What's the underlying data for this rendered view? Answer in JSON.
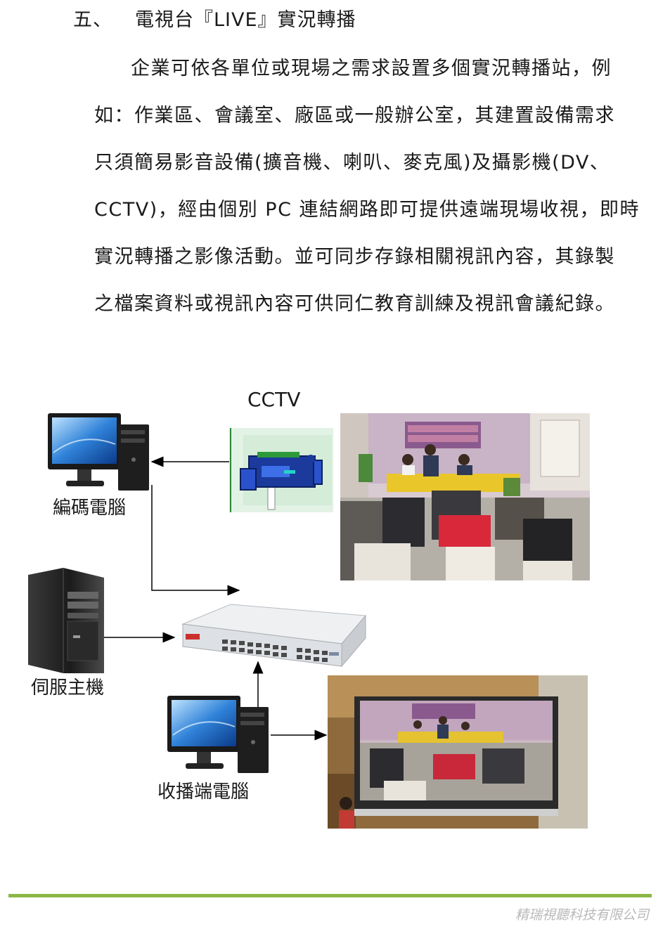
{
  "section": {
    "number": "五、",
    "title": "電視台『LIVE』實況轉播"
  },
  "paragraph": [
    "企業可依各單位或現場之需求設置多個實況轉播站，例",
    "如：作業區、會議室、廠區或一般辦公室，其建置設備需求",
    "只須簡易影音設備(擴音機、喇叭、麥克風)及攝影機(DV、",
    "CCTV)，經由個別 PC 連結網路即可提供遠端現場收視，即時",
    "實況轉播之影像活動。並可同步存錄相關視訊內容，其錄製",
    "之檔案資料或視訊內容可供同仁教育訓練及視訊會議紀錄。"
  ],
  "diagram": {
    "cctv_label": "CCTV",
    "encoder_label": "編碼電腦",
    "server_label": "伺服主機",
    "receiver_label": "收播端電腦"
  },
  "footer": {
    "company": "精瑞視聽科技有限公司"
  }
}
